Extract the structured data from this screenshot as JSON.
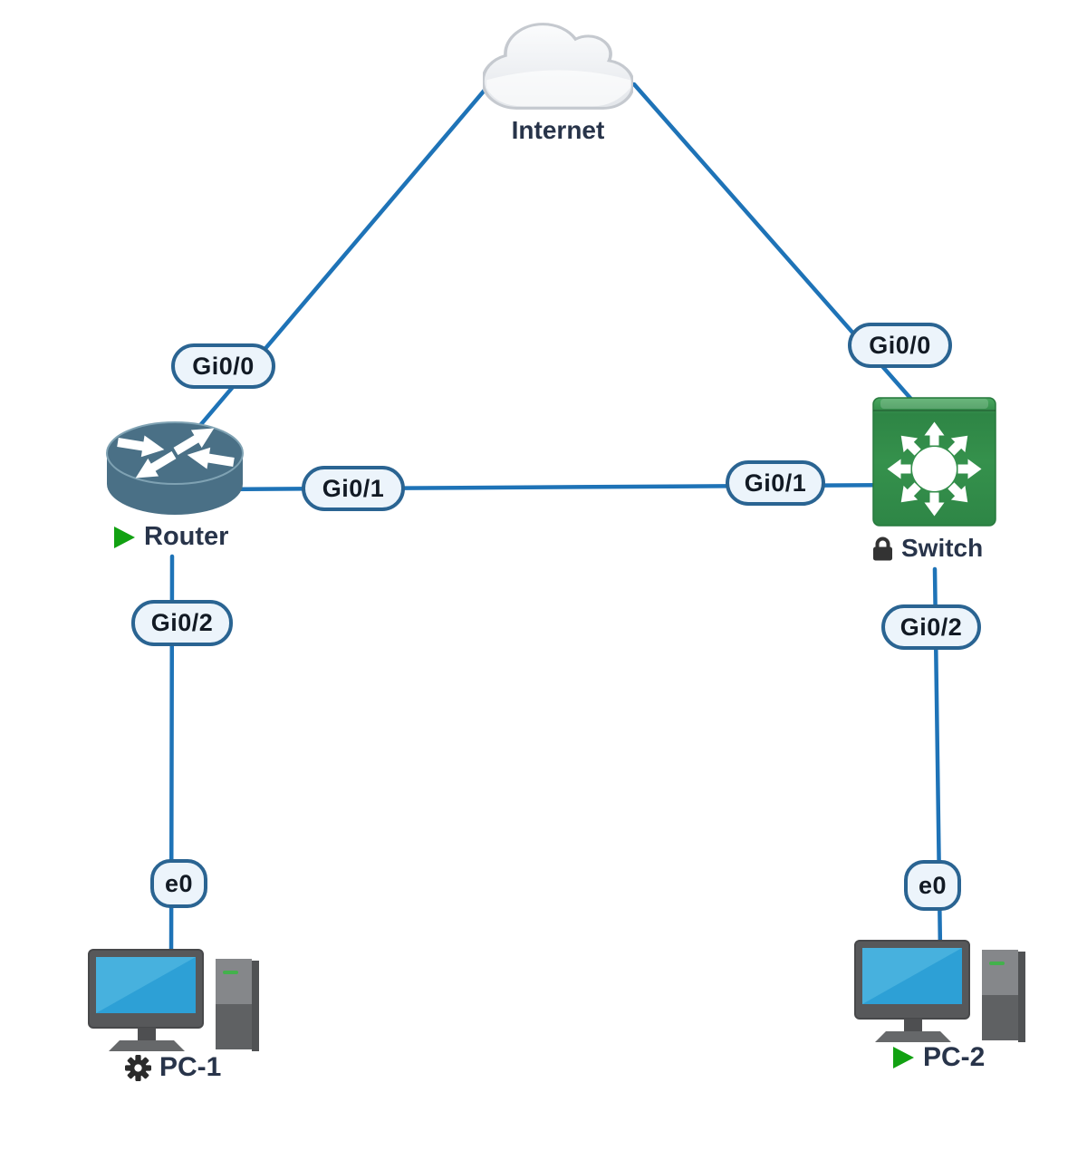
{
  "nodes": {
    "internet": {
      "label": "Internet",
      "kind": "cloud",
      "status_icon": null
    },
    "router": {
      "label": "Router",
      "kind": "router",
      "status_icon": "play-icon"
    },
    "switch": {
      "label": "Switch",
      "kind": "switch",
      "status_icon": "lock-icon"
    },
    "pc1": {
      "label": "PC-1",
      "kind": "pc",
      "status_icon": "gear-icon"
    },
    "pc2": {
      "label": "PC-2",
      "kind": "pc",
      "status_icon": "play-icon"
    }
  },
  "badges": {
    "router_gi0_0": "Gi0/0",
    "switch_gi0_0": "Gi0/0",
    "router_gi0_1": "Gi0/1",
    "switch_gi0_1": "Gi0/1",
    "router_gi0_2": "Gi0/2",
    "switch_gi0_2": "Gi0/2",
    "pc1_e0": "e0",
    "pc2_e0": "e0"
  },
  "links": [
    {
      "from": "internet",
      "to": "router",
      "to_interface": "Gi0/0"
    },
    {
      "from": "internet",
      "to": "switch",
      "to_interface": "Gi0/0"
    },
    {
      "from": "router",
      "from_interface": "Gi0/1",
      "to": "switch",
      "to_interface": "Gi0/1"
    },
    {
      "from": "router",
      "from_interface": "Gi0/2",
      "to": "pc1",
      "to_interface": "e0"
    },
    {
      "from": "switch",
      "from_interface": "Gi0/2",
      "to": "pc2",
      "to_interface": "e0"
    }
  ],
  "theme": {
    "link-color": "#1e73b7",
    "badge-bg": "#ecf4fb",
    "badge-border": "#2a6492",
    "badge-text": "#121a24",
    "label-color": "#28344a",
    "router-fill": "#4a7086",
    "switch-fill": "#35914c",
    "play-green": "#12a112",
    "pc-screen-blue": "#2da0d6",
    "canvas-bg": "#ffffff"
  }
}
